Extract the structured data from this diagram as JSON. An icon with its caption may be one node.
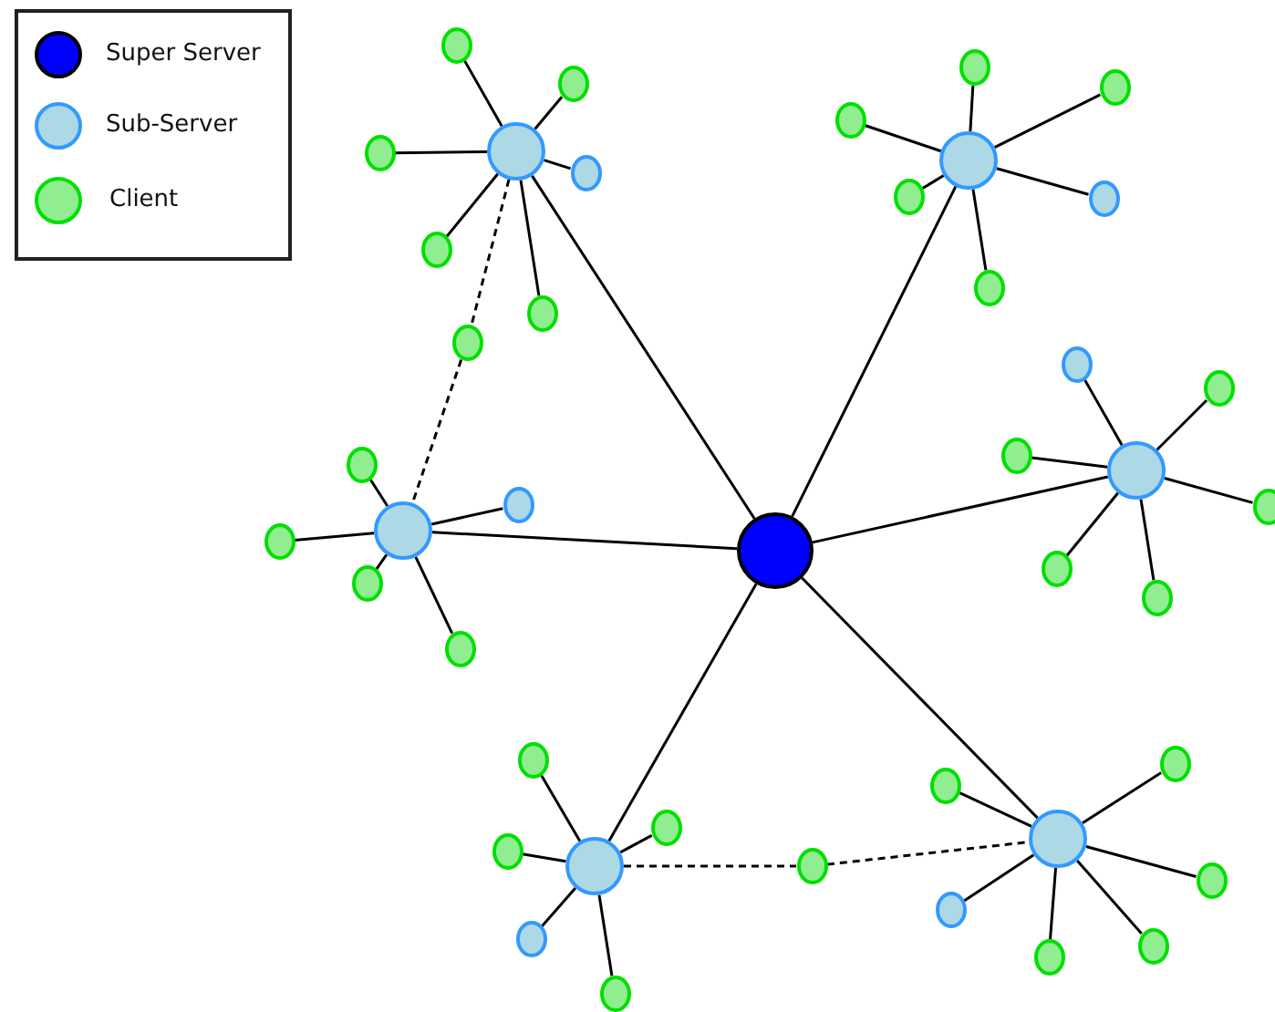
{
  "diagram": {
    "nodes": [
      {
        "text": [],
        "shape": "circle"
      },
      {
        "text": [],
        "shape": "circle"
      },
      {
        "text": [],
        "shape": "circle"
      },
      {
        "text": [],
        "shape": "circle"
      },
      {
        "text": [],
        "shape": "circle"
      },
      {
        "text": [],
        "shape": "circle"
      },
      {
        "text": [],
        "shape": "circle"
      },
      {
        "text": [],
        "shape": "circle"
      },
      {
        "text": [],
        "shape": "circle"
      },
      {
        "text": [],
        "shape": "circle"
      },
      {
        "text": [],
        "shape": "circle"
      },
      {
        "text": [],
        "shape": "circle"
      },
      {
        "text": [],
        "shape": "circle"
      },
      {
        "text": [],
        "shape": "circle"
      },
      {
        "text": [],
        "shape": "circle"
      },
      {
        "text": [],
        "shape": "circle"
      },
      {
        "text": [],
        "shape": "circle"
      },
      {
        "text": [],
        "shape": "circle"
      },
      {
        "text": [],
        "shape": "circle"
      },
      {
        "text": [],
        "shape": "circle"
      },
      {
        "text": [],
        "shape": "circle"
      },
      {
        "text": [],
        "shape": "circle"
      },
      {
        "text": [],
        "shape": "circle"
      },
      {
        "text": [],
        "shape": "circle"
      },
      {
        "text": [],
        "shape": "circle"
      },
      {
        "text": [],
        "shape": "circle"
      },
      {
        "text": [],
        "shape": "circle"
      },
      {
        "text": [],
        "shape": "circle"
      },
      {
        "text": [],
        "shape": "circle"
      },
      {
        "text": [],
        "shape": "circle"
      },
      {
        "text": [],
        "shape": "circle"
      },
      {
        "text": [],
        "shape": "circle"
      },
      {
        "text": [],
        "shape": "circle"
      },
      {
        "text": [],
        "shape": "circle"
      },
      {
        "text": [],
        "shape": "circle"
      },
      {
        "text": [],
        "shape": "circle"
      },
      {
        "text": [],
        "shape": "circle"
      },
      {
        "text": [],
        "shape": "circle"
      },
      {
        "text": [],
        "shape": "circle"
      },
      {
        "text": [],
        "shape": "circle"
      },
      {
        "text": [],
        "shape": "circle"
      },
      {
        "text": [],
        "shape": "circle"
      },
      {
        "text": [],
        "shape": "circle"
      }
    ],
    "edges": [
      {
        "from": 21,
        "to": 0,
        "arrow": "none"
      },
      {
        "from": 21,
        "to": 8,
        "arrow": "none"
      },
      {
        "from": 21,
        "to": 15,
        "arrow": "none"
      },
      {
        "from": 21,
        "to": 22,
        "arrow": "none"
      },
      {
        "from": 21,
        "to": 29,
        "arrow": "none"
      },
      {
        "from": 21,
        "to": 36,
        "arrow": "none"
      },
      {
        "from": 0,
        "to": 1,
        "arrow": "none"
      },
      {
        "from": 0,
        "to": 2,
        "arrow": "none"
      },
      {
        "from": 0,
        "to": 3,
        "arrow": "none"
      },
      {
        "from": 0,
        "to": 4,
        "arrow": "none"
      },
      {
        "from": 0,
        "to": 5,
        "arrow": "none"
      },
      {
        "from": 0,
        "to": 6,
        "arrow": "none"
      },
      {
        "from": 0,
        "to": 7,
        "arrow": "none",
        "style": "dashed"
      },
      {
        "from": 7,
        "to": 15,
        "arrow": "none",
        "style": "dashed"
      },
      {
        "from": 8,
        "to": 9,
        "arrow": "none"
      },
      {
        "from": 8,
        "to": 10,
        "arrow": "none"
      },
      {
        "from": 8,
        "to": 11,
        "arrow": "none"
      },
      {
        "from": 8,
        "to": 12,
        "arrow": "none"
      },
      {
        "from": 8,
        "to": 13,
        "arrow": "none"
      },
      {
        "from": 8,
        "to": 14,
        "arrow": "none"
      },
      {
        "from": 15,
        "to": 16,
        "arrow": "none"
      },
      {
        "from": 15,
        "to": 17,
        "arrow": "none"
      },
      {
        "from": 15,
        "to": 18,
        "arrow": "none"
      },
      {
        "from": 15,
        "to": 19,
        "arrow": "none"
      },
      {
        "from": 15,
        "to": 20,
        "arrow": "none"
      },
      {
        "from": 22,
        "to": 23,
        "arrow": "none"
      },
      {
        "from": 22,
        "to": 24,
        "arrow": "none"
      },
      {
        "from": 22,
        "to": 25,
        "arrow": "none"
      },
      {
        "from": 22,
        "to": 26,
        "arrow": "none"
      },
      {
        "from": 22,
        "to": 27,
        "arrow": "none"
      },
      {
        "from": 22,
        "to": 28,
        "arrow": "none"
      },
      {
        "from": 29,
        "to": 30,
        "arrow": "none"
      },
      {
        "from": 29,
        "to": 31,
        "arrow": "none"
      },
      {
        "from": 29,
        "to": 32,
        "arrow": "none"
      },
      {
        "from": 29,
        "to": 33,
        "arrow": "none"
      },
      {
        "from": 29,
        "to": 34,
        "arrow": "none"
      },
      {
        "from": 29,
        "to": 35,
        "arrow": "none",
        "style": "dashed"
      },
      {
        "from": 35,
        "to": 36,
        "arrow": "none",
        "style": "dashed"
      },
      {
        "from": 36,
        "to": 37,
        "arrow": "none"
      },
      {
        "from": 36,
        "to": 38,
        "arrow": "none"
      },
      {
        "from": 36,
        "to": 39,
        "arrow": "none"
      },
      {
        "from": 36,
        "to": 40,
        "arrow": "none"
      },
      {
        "from": 36,
        "to": 41,
        "arrow": "none"
      },
      {
        "from": 36,
        "to": 42,
        "arrow": "none"
      }
    ],
    "legend": [
      {
        "text": "Super Server",
        "color": "#0000ff"
      },
      {
        "text": "Sub-Server",
        "color": "#add8e6"
      },
      {
        "text": "Client",
        "color": "#90ee90"
      }
    ]
  }
}
